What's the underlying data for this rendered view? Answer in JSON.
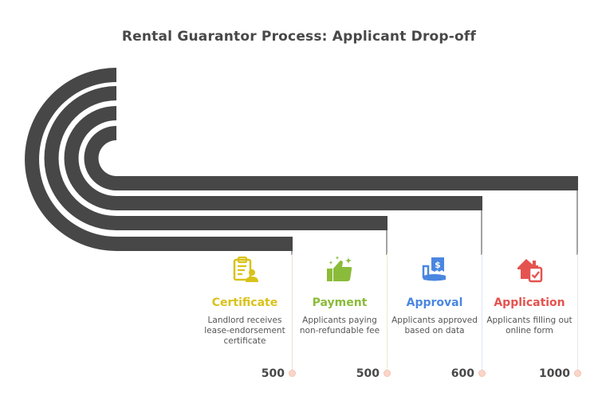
{
  "title": "Rental Guarantor Process: Applicant Drop-off",
  "band_color": "#474747",
  "stages": [
    {
      "label": "Certificate",
      "description": "Landlord receives lease-endorsement certificate",
      "value": "500",
      "color": "#d9c21a",
      "icon": "clipboard-user-icon"
    },
    {
      "label": "Payment",
      "description": "Applicants paying non-refundable fee",
      "value": "500",
      "color": "#8bbb3a",
      "icon": "thumbs-up-sparkle-icon"
    },
    {
      "label": "Approval",
      "description": "Applicants approved based on data",
      "value": "600",
      "color": "#4a86e0",
      "icon": "hand-receipt-dollar-icon"
    },
    {
      "label": "Application",
      "description": "Applicants filling out online form",
      "value": "1000",
      "color": "#e4534f",
      "icon": "house-checklist-icon"
    }
  ]
}
